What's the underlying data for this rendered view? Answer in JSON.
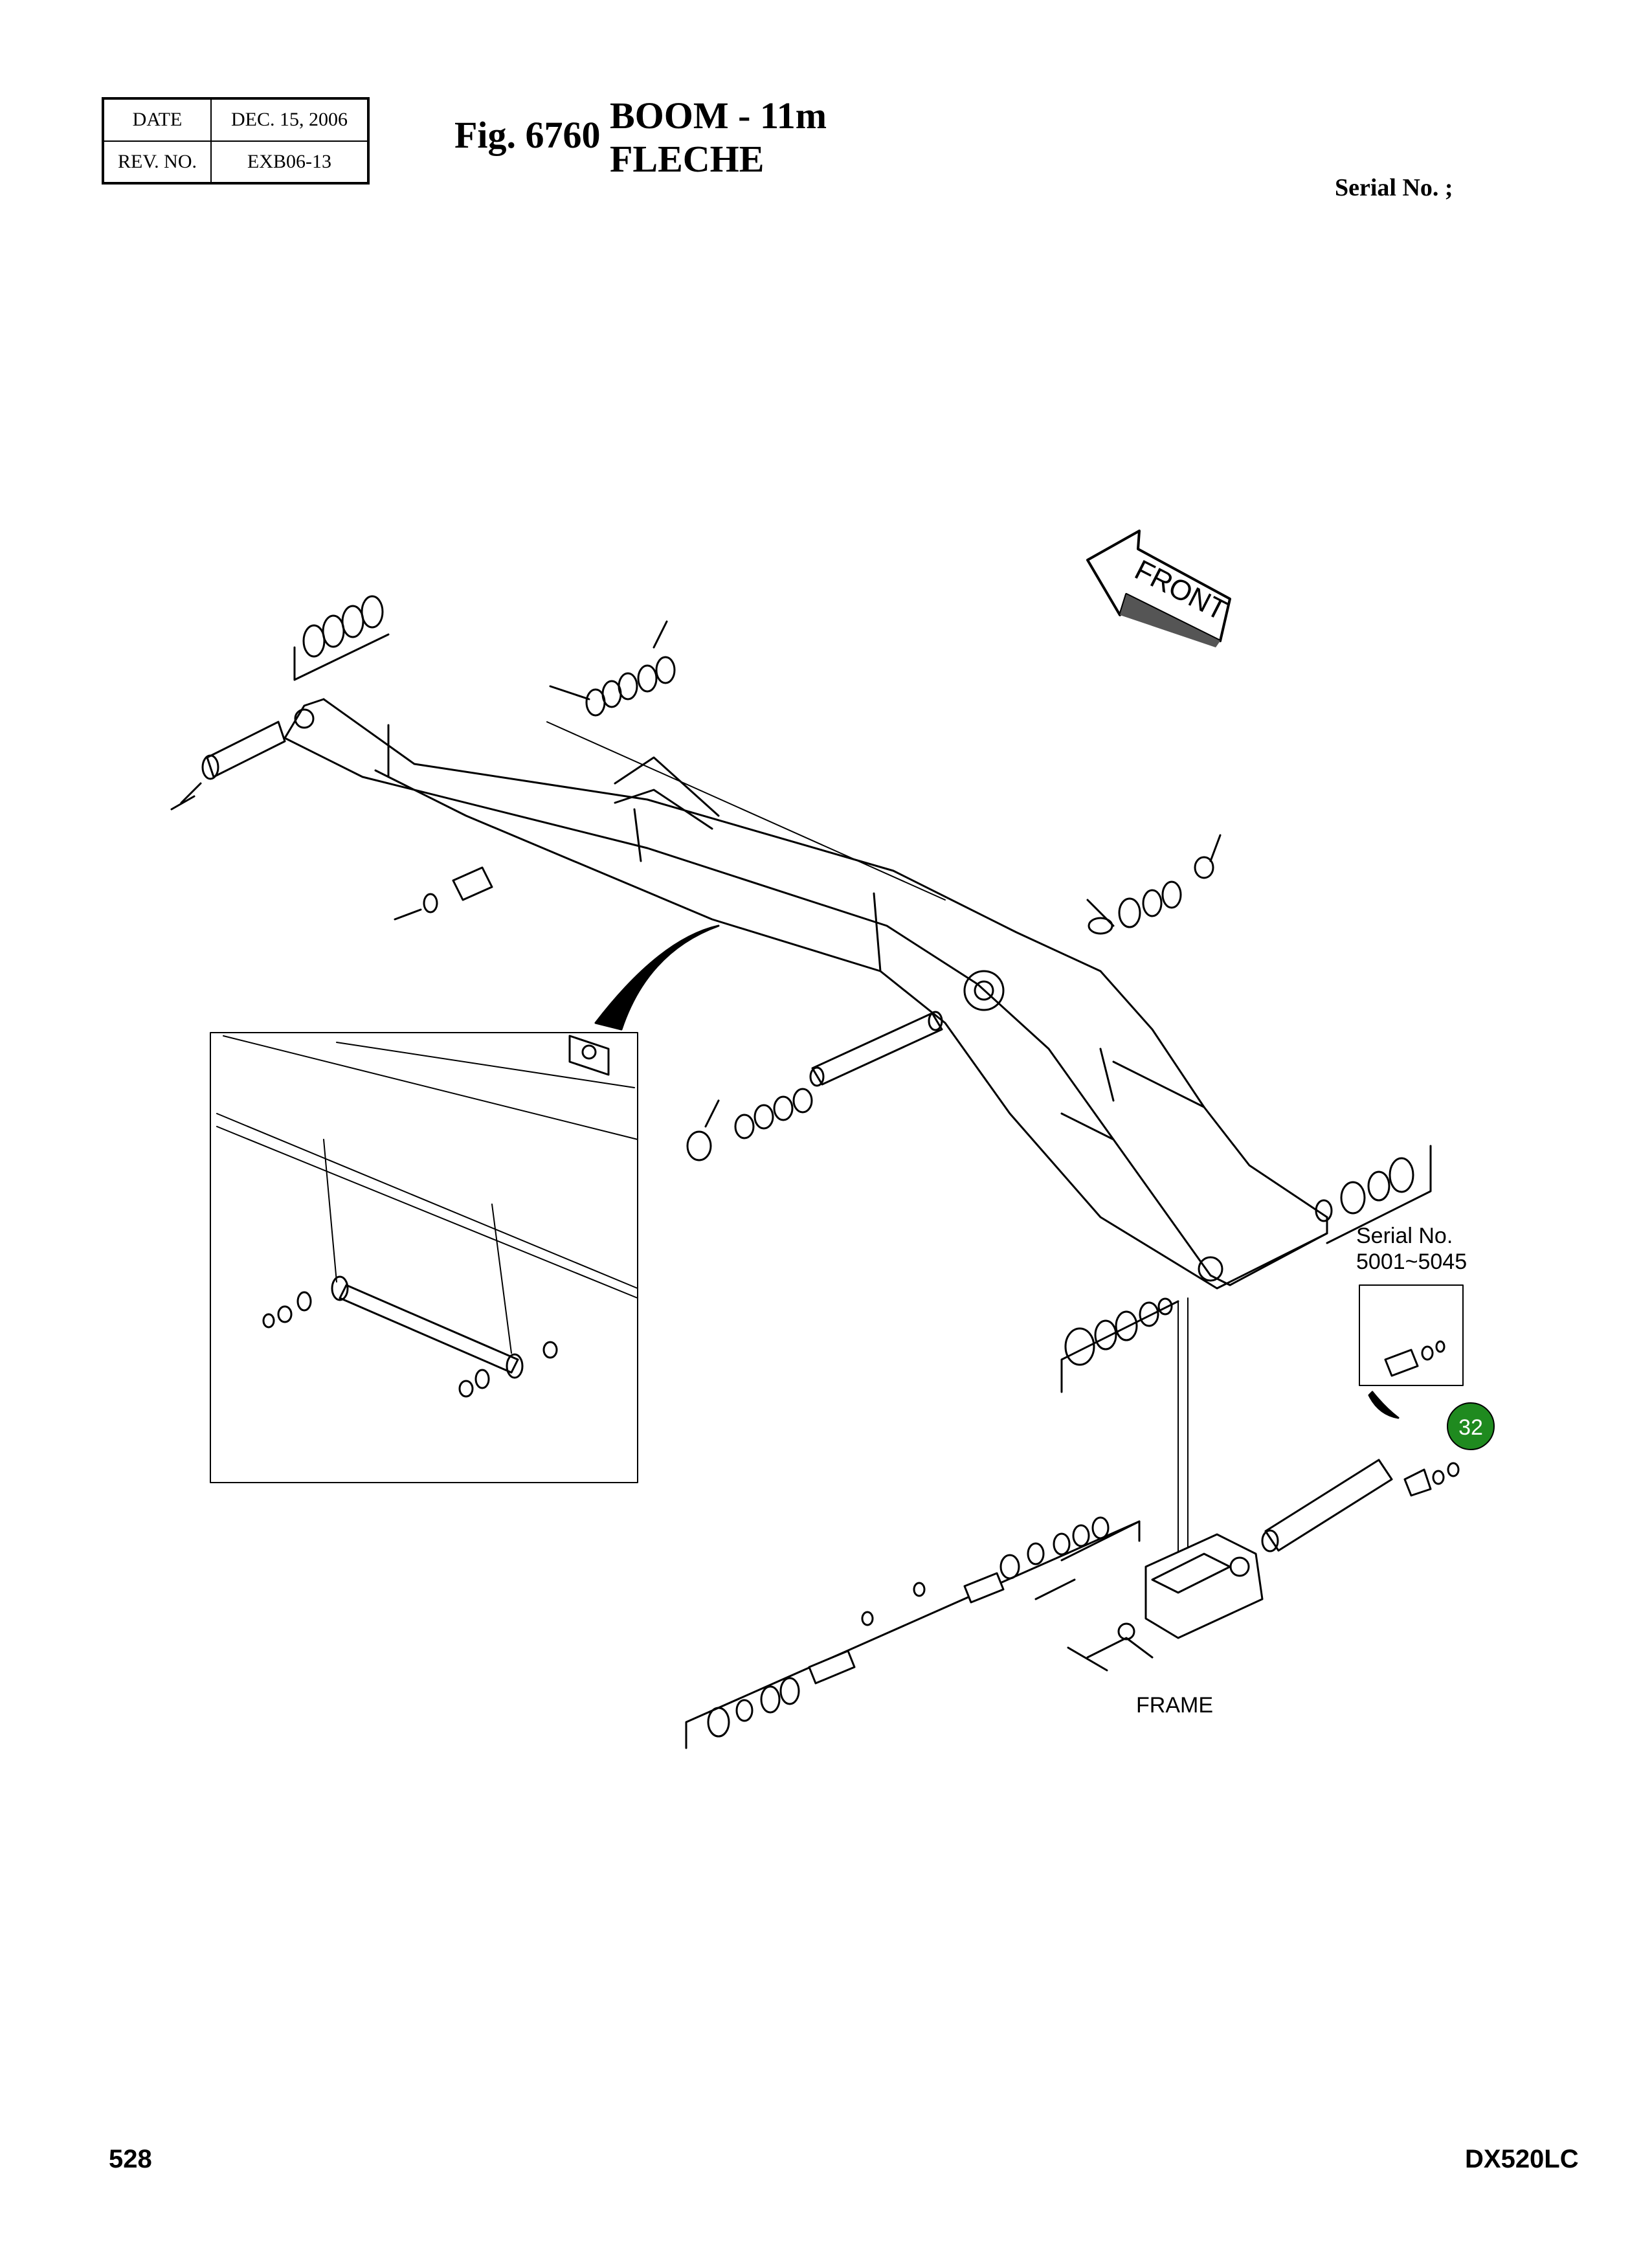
{
  "header": {
    "date_label": "DATE",
    "date_value": "DEC. 15, 2006",
    "rev_label": "REV. NO.",
    "rev_value": "EXB06-13",
    "fig_label": "Fig. 6760",
    "title_en": "BOOM - 11m",
    "title_fr": "FLECHE",
    "serial_label": "Serial No. ;"
  },
  "diagram": {
    "front_label": "FRONT",
    "serial_note_line1": "Serial No.",
    "serial_note_line2": "5001~5045",
    "callout_number": "32",
    "frame_label": "FRAME",
    "callout_color": "#1f8a1f"
  },
  "footer": {
    "page_number": "528",
    "model": "DX520LC"
  }
}
